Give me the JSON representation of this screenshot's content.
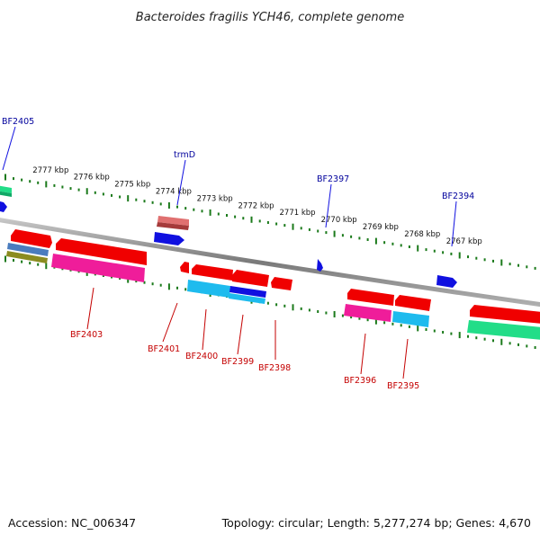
{
  "title": "Bacteroides fragilis YCH46, complete genome",
  "scale_labels": [
    "2777 kbp",
    "2776 kbp",
    "2775 kbp",
    "2774 kbp",
    "2773 kbp",
    "2772 kbp",
    "2771 kbp",
    "2770 kbp",
    "2769 kbp",
    "2768 kbp",
    "2767 kbp"
  ],
  "genes_top": [
    "BF2405",
    "trmD",
    "BF2397",
    "BF2394"
  ],
  "genes_bottom": [
    "BF2403",
    "BF2401",
    "BF2400",
    "BF2399",
    "BF2398",
    "BF2396",
    "BF2395"
  ],
  "colors": {
    "red": "#f00000",
    "pink": "#ef1d9a",
    "cyan": "#1ebbee",
    "blue": "#1010e0",
    "green": "#22dd88",
    "salmon": "#e07070",
    "olive": "#8b8c20",
    "steel": "#4a7cbe",
    "tick_green": "#1b7a1b",
    "top_label": "#00009c",
    "bottom_label": "#c40000",
    "axis": "#8a8a8a"
  },
  "footer": {
    "accession": "Accession: NC_006347",
    "summary": "Topology: circular; Length: 5,277,274 bp; Genes: 4,670"
  }
}
